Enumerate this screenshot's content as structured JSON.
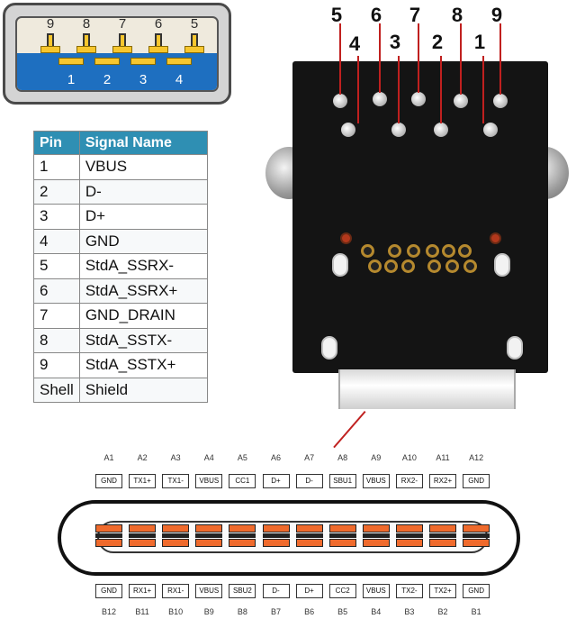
{
  "usb_a": {
    "top_pins": [
      "9",
      "8",
      "7",
      "6",
      "5"
    ],
    "bottom_pins": [
      "1",
      "2",
      "3",
      "4"
    ]
  },
  "table": {
    "headers": [
      "Pin",
      "Signal Name"
    ],
    "rows": [
      [
        "1",
        "VBUS"
      ],
      [
        "2",
        "D-"
      ],
      [
        "3",
        "D+"
      ],
      [
        "4",
        "GND"
      ],
      [
        "5",
        "StdA_SSRX-"
      ],
      [
        "6",
        "StdA_SSRX+"
      ],
      [
        "7",
        "GND_DRAIN"
      ],
      [
        "8",
        "StdA_SSTX-"
      ],
      [
        "9",
        "StdA_SSTX+"
      ],
      [
        "Shell",
        "Shield"
      ]
    ]
  },
  "board": {
    "top_labels": [
      "5",
      "6",
      "7",
      "8",
      "9"
    ],
    "bottom_labels": [
      "4",
      "3",
      "2",
      "1"
    ]
  },
  "usb_c": {
    "top_pin_ids": [
      "A1",
      "A2",
      "A3",
      "A4",
      "A5",
      "A6",
      "A7",
      "A8",
      "A9",
      "A10",
      "A11",
      "A12"
    ],
    "top_signals": [
      "GND",
      "TX1+",
      "TX1-",
      "VBUS",
      "CC1",
      "D+",
      "D-",
      "SBU1",
      "VBUS",
      "RX2-",
      "RX2+",
      "GND"
    ],
    "bottom_signals": [
      "GND",
      "RX1+",
      "RX1-",
      "VBUS",
      "SBU2",
      "D-",
      "D+",
      "CC2",
      "VBUS",
      "TX2-",
      "TX2+",
      "GND"
    ],
    "bottom_pin_ids": [
      "B12",
      "B11",
      "B10",
      "B9",
      "B8",
      "B7",
      "B6",
      "B5",
      "B4",
      "B3",
      "B2",
      "B1"
    ]
  },
  "colors": {
    "table_header": "#2f8fb3",
    "usb_a_blue": "#1e6fc0",
    "contact_orange": "#ef6a2c",
    "label_lead_red": "#c0201f"
  }
}
